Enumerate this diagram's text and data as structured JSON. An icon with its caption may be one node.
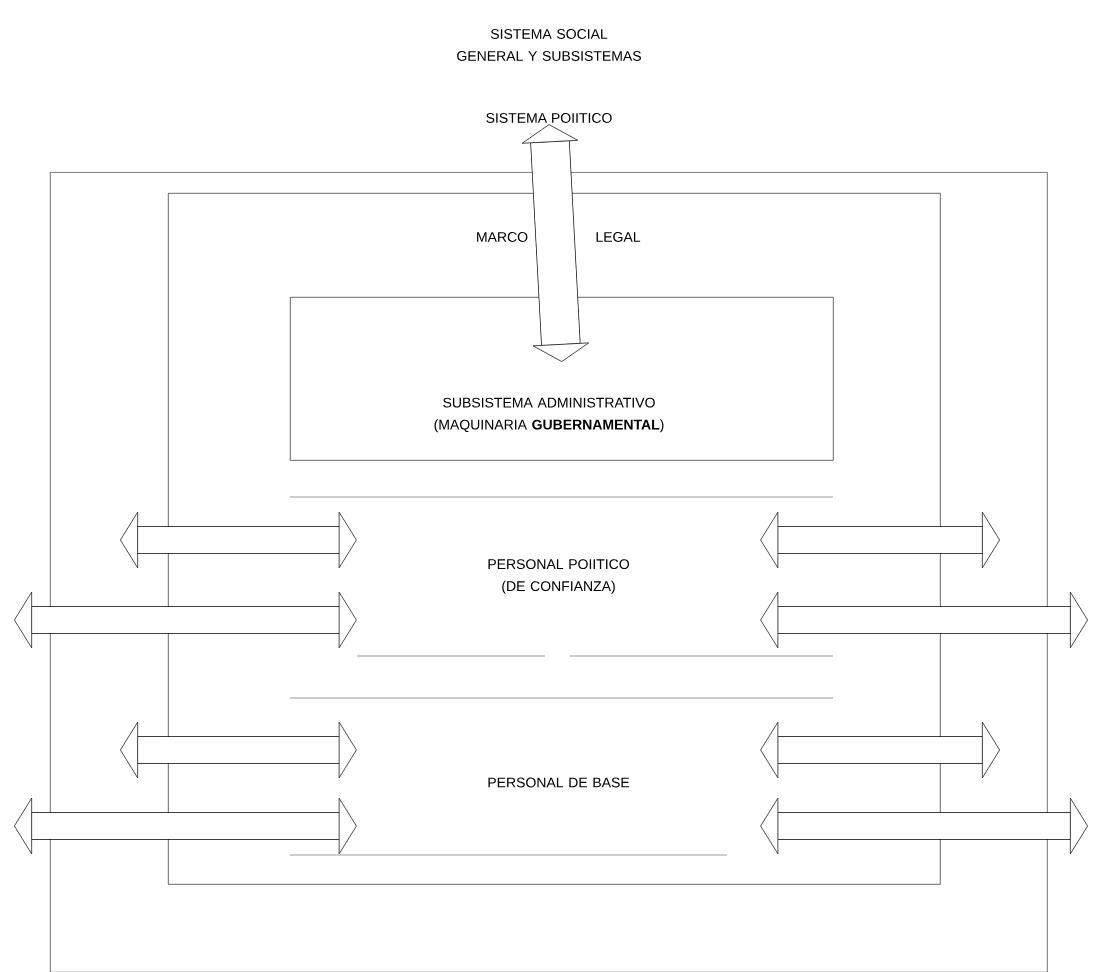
{
  "diagram": {
    "title": "SISTEMA SOCIAL GENERAL Y SUBSISTEMAS",
    "nodes": [
      {
        "text": [
          "SISTEMA POIITICO"
        ]
      },
      {
        "text": [
          "MARCO",
          "LEGAL"
        ],
        "in": 0
      },
      {
        "text": [
          "SUBSISTEMA ADMINISTRATIVO (MAQUINARIA **GUBERNAMENTAL**)"
        ],
        "in": 1
      },
      {
        "text": [
          "PERSONAL POIITICO (DE CONFIANZA)"
        ],
        "in": 1
      },
      {
        "text": [
          "PERSONAL DE BASE"
        ],
        "in": 1
      }
    ],
    "edges": [
      {
        "from": 2,
        "to": 0,
        "arrow": "both"
      },
      {
        "from": 3,
        "to": null,
        "arrow": "both"
      },
      {
        "from": 3,
        "to": null,
        "arrow": "both"
      },
      {
        "from": 3,
        "to": null,
        "arrow": "both"
      },
      {
        "from": 3,
        "to": null,
        "arrow": "both"
      },
      {
        "from": 4,
        "to": null,
        "arrow": "both"
      },
      {
        "from": 4,
        "to": null,
        "arrow": "both"
      },
      {
        "from": 4,
        "to": null,
        "arrow": "both"
      },
      {
        "from": 4,
        "to": null,
        "arrow": "both"
      }
    ]
  }
}
